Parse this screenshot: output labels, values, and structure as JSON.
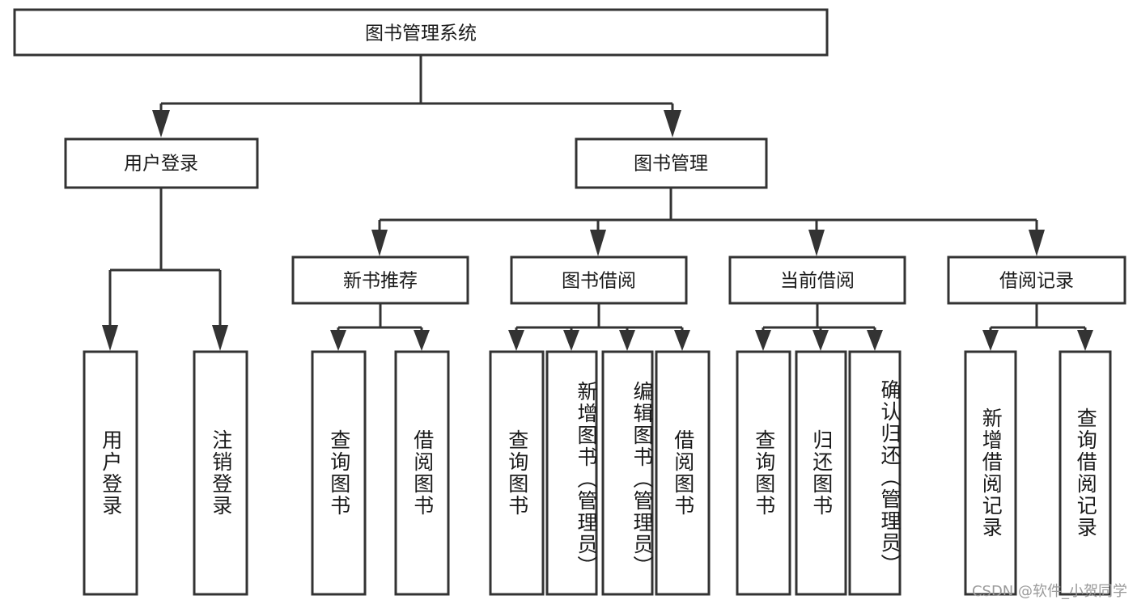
{
  "diagram": {
    "title": "图书管理系统",
    "type": "hierarchy-tree",
    "watermark": "CSDN @软件_小贺同学",
    "colors": {
      "box_stroke": "#333333",
      "box_fill": "#ffffff",
      "text": "#1a1a1a",
      "background": "#ffffff",
      "watermark": "#9a9a9a"
    },
    "root": {
      "label": "图书管理系统"
    },
    "level2": [
      {
        "label": "用户登录"
      },
      {
        "label": "图书管理"
      }
    ],
    "level3": [
      {
        "label": "新书推荐"
      },
      {
        "label": "图书借阅"
      },
      {
        "label": "当前借阅"
      },
      {
        "label": "借阅记录"
      }
    ],
    "leaves": {
      "user_login": [
        {
          "label": "用户登录"
        },
        {
          "label": "注销登录"
        }
      ],
      "new_book_recommend": [
        {
          "label": "查询图书"
        },
        {
          "label": "借阅图书"
        }
      ],
      "book_borrow": [
        {
          "label": "查询图书"
        },
        {
          "label": "新增图书（管理员）"
        },
        {
          "label": "编辑图书（管理员）"
        },
        {
          "label": "借阅图书"
        }
      ],
      "current_borrow": [
        {
          "label": "查询图书"
        },
        {
          "label": "归还图书"
        },
        {
          "label": "确认归还（管理员）"
        }
      ],
      "borrow_record": [
        {
          "label": "新增借阅记录"
        },
        {
          "label": "查询借阅记录"
        }
      ]
    }
  }
}
